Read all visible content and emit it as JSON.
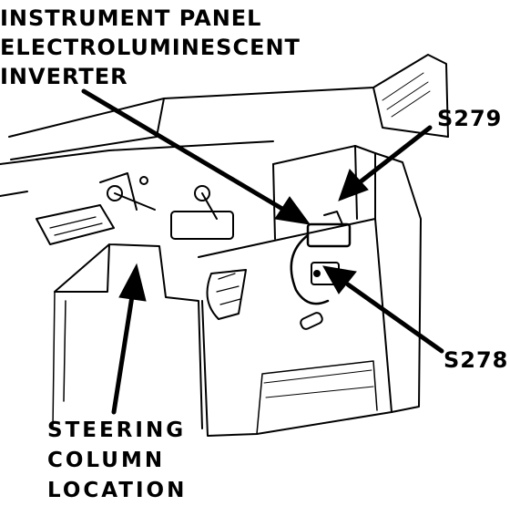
{
  "labels": {
    "inverter": [
      "INSTRUMENT PANEL",
      "ELECTROLUMINESCENT",
      "INVERTER"
    ],
    "s279": "S279",
    "s278": "S278",
    "steering": [
      "STEERING",
      "COLUMN",
      "LOCATION"
    ]
  },
  "colors": {
    "ink": "#000000",
    "paper": "#ffffff"
  }
}
